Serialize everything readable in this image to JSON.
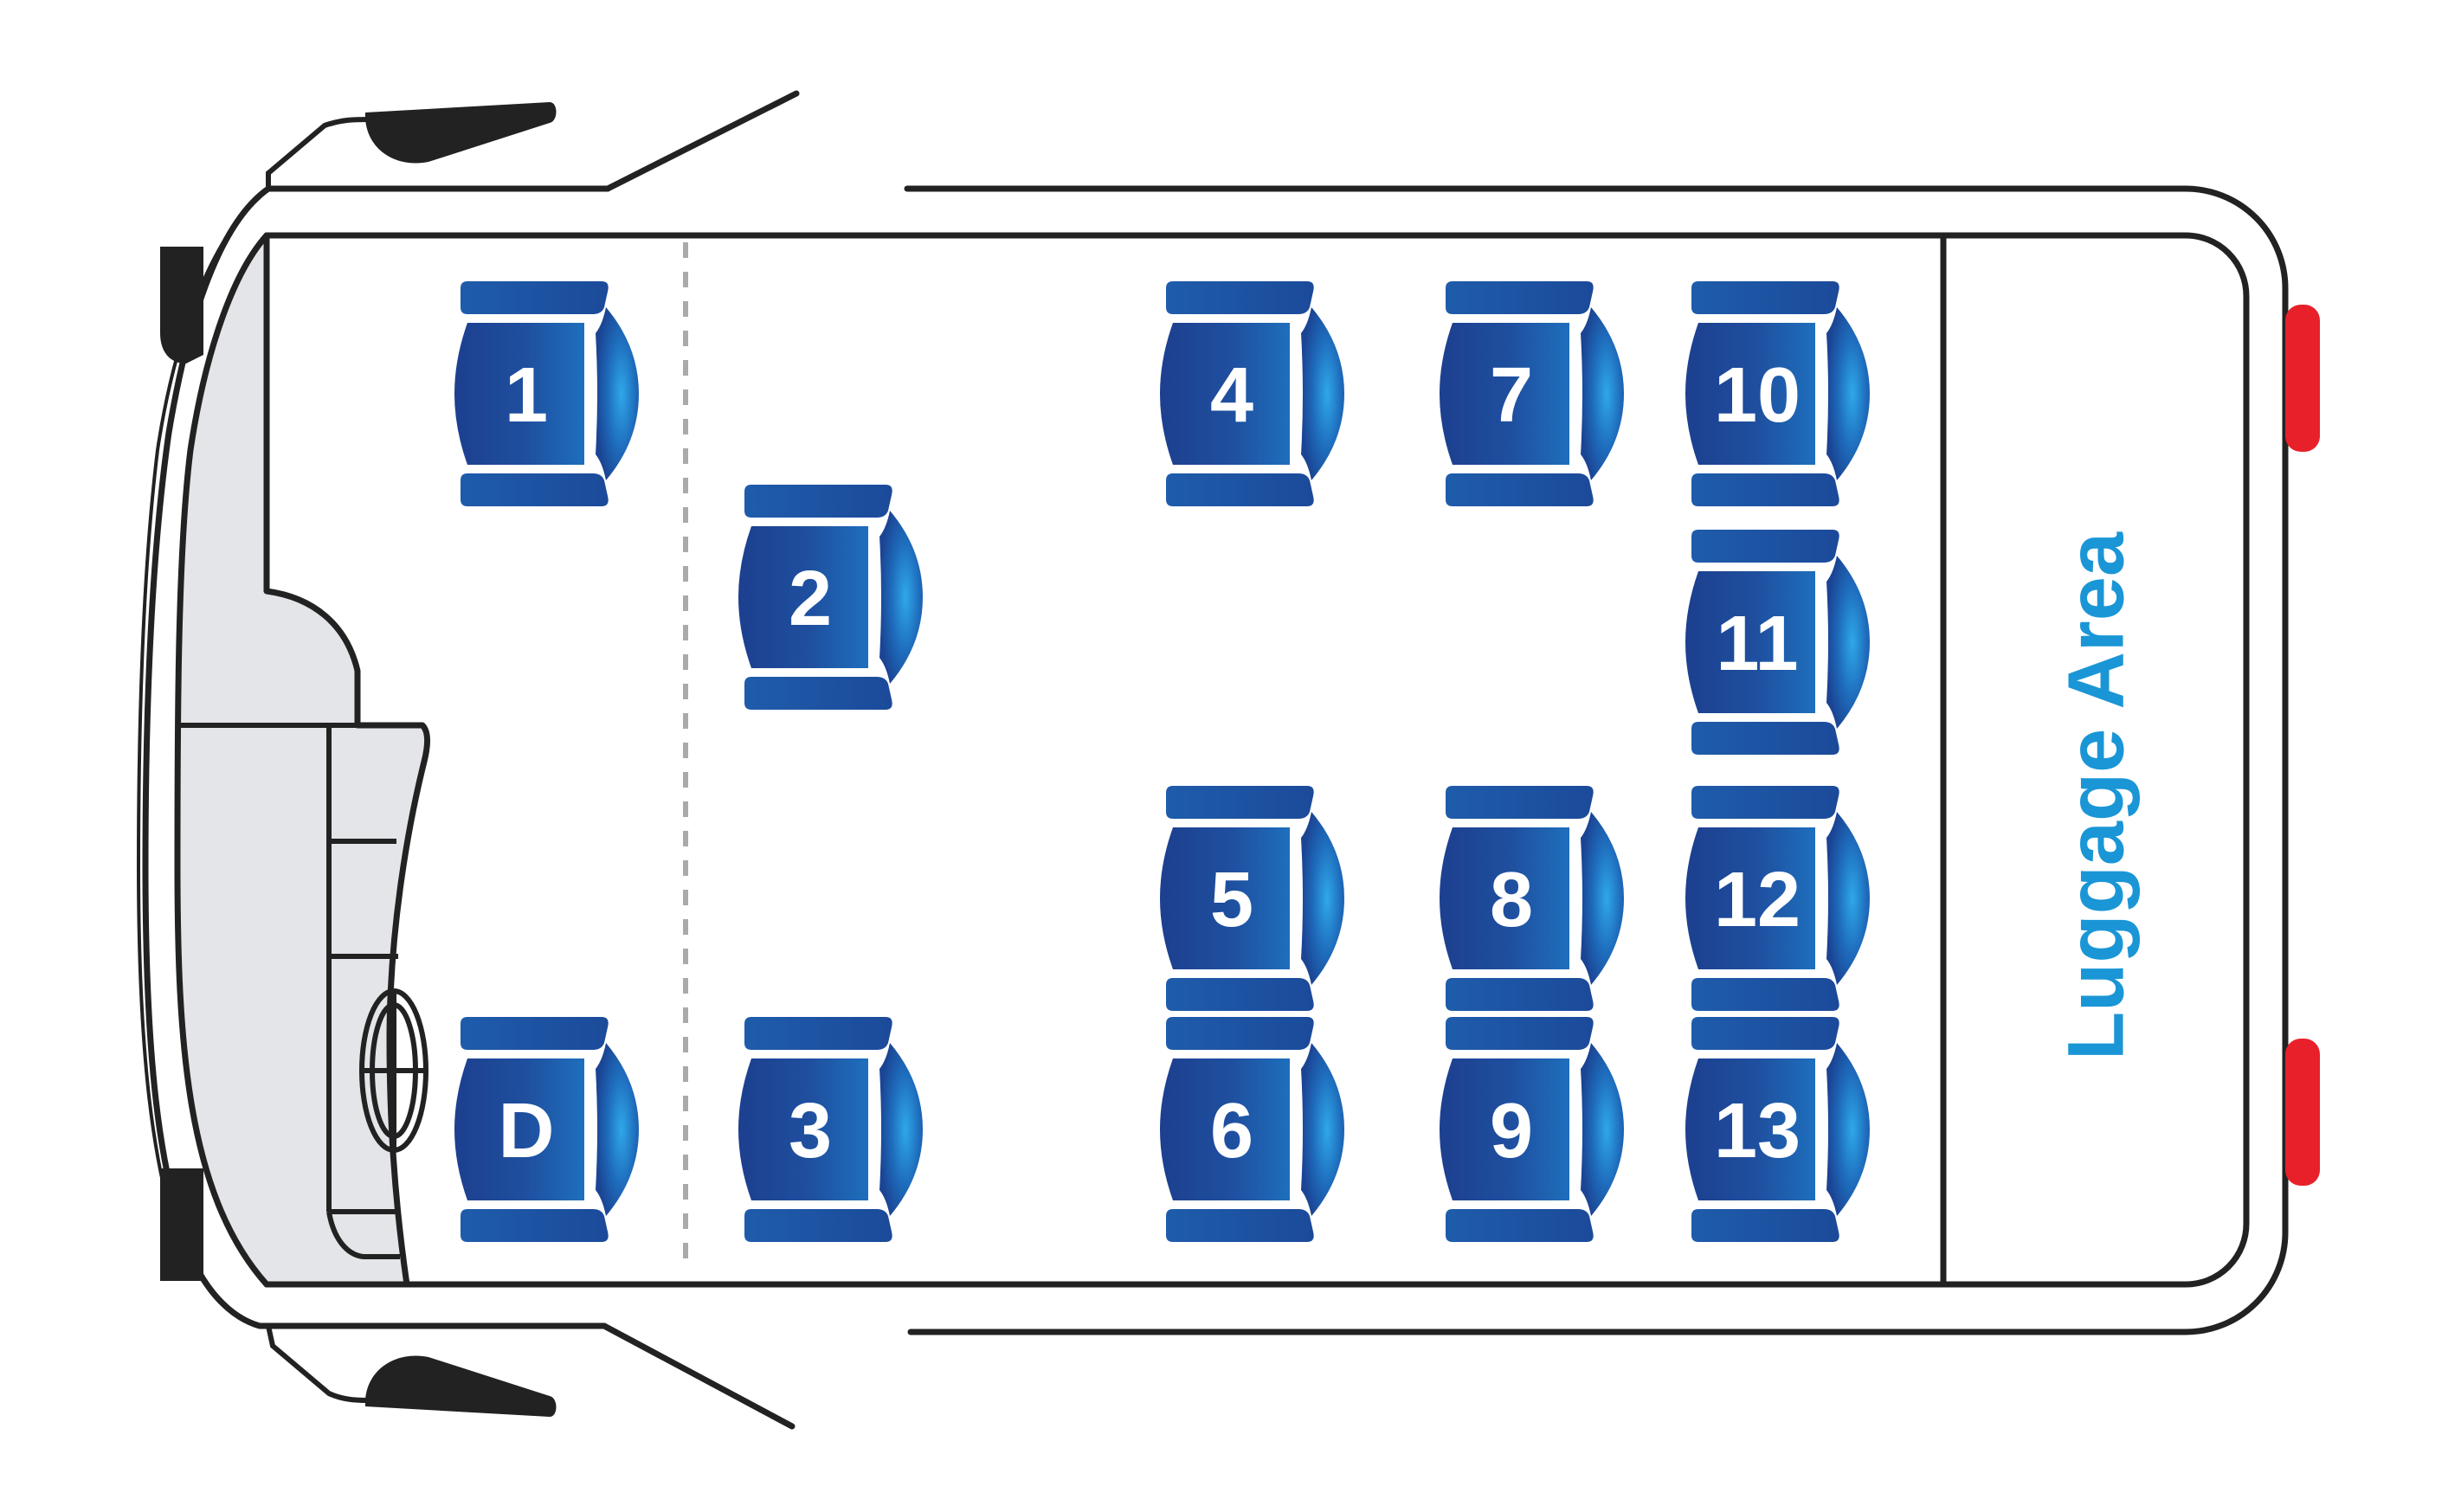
{
  "diagram": {
    "luggage_label": "Luggage Area",
    "seats": [
      {
        "id": "driver",
        "label": "D"
      },
      {
        "id": "s1",
        "label": "1"
      },
      {
        "id": "s2",
        "label": "2"
      },
      {
        "id": "s3",
        "label": "3"
      },
      {
        "id": "s4",
        "label": "4"
      },
      {
        "id": "s5",
        "label": "5"
      },
      {
        "id": "s6",
        "label": "6"
      },
      {
        "id": "s7",
        "label": "7"
      },
      {
        "id": "s8",
        "label": "8"
      },
      {
        "id": "s9",
        "label": "9"
      },
      {
        "id": "s10",
        "label": "10"
      },
      {
        "id": "s11",
        "label": "11"
      },
      {
        "id": "s12",
        "label": "12"
      },
      {
        "id": "s13",
        "label": "13"
      }
    ]
  },
  "colors": {
    "seat_dark": "#1d3f8f",
    "seat_mid": "#1f5fae",
    "seat_light": "#2b9bdc",
    "outline": "#222222",
    "cab_fill": "#e3e5e8",
    "tail_light": "#e8202a",
    "luggage_text": "#1a96d6"
  }
}
